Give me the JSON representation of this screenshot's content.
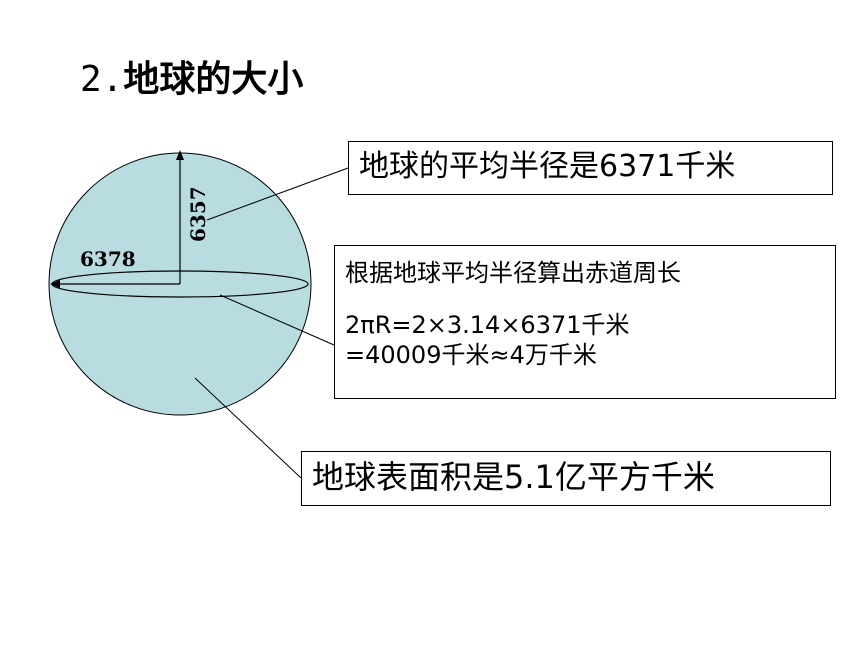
{
  "title": {
    "number": "2.",
    "text": "地球的大小"
  },
  "globe": {
    "polar_radius_label": "6357",
    "equatorial_radius_label": "6378",
    "fill_color": "#b9dce1"
  },
  "callouts": {
    "mean_radius": "地球的平均半径是6371千米",
    "equator_circumference": {
      "heading": "根据地球平均半径算出赤道周长",
      "formula_line1": "2πR=2×3.14×6371千米",
      "formula_line2": "=40009千米≈4万千米"
    },
    "surface_area": "地球表面积是5.1亿平方千米"
  }
}
